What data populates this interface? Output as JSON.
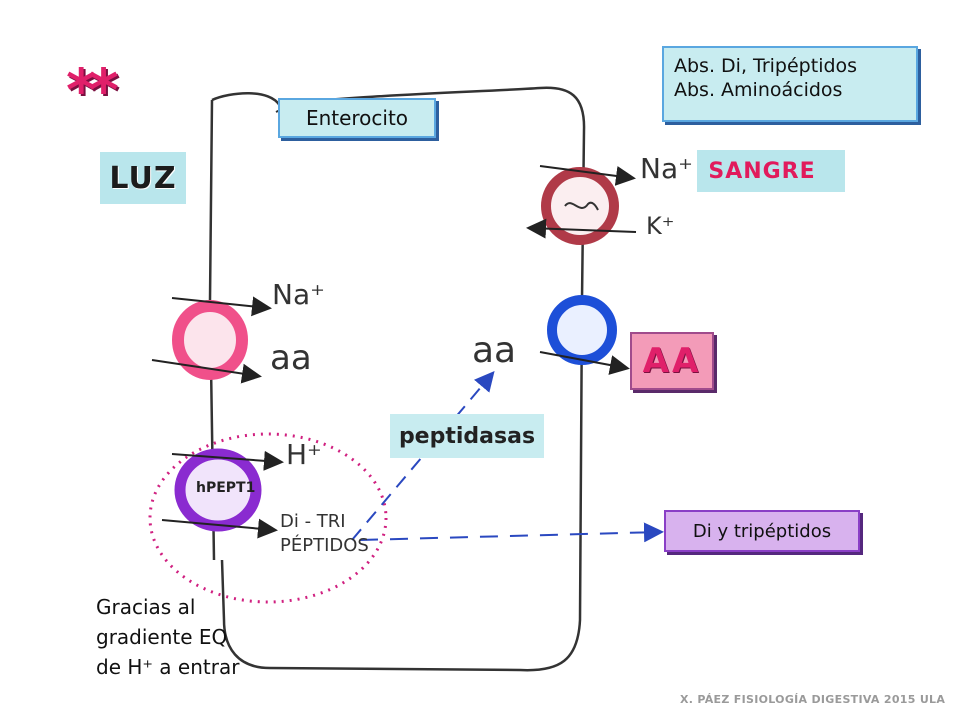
{
  "title_marks": "**",
  "legend": {
    "line1": "Abs. Di, Tripéptidos",
    "line2": "Abs. Aminoácidos"
  },
  "labels": {
    "enterocito": "Enterocito",
    "luz": "LUZ",
    "sangre": "SANGRE",
    "aa_blood": "AA",
    "peptidasas": "peptidasas",
    "di_tripeptidos": "Di y tripéptidos",
    "hpept1": "hPEPT1"
  },
  "handwritten": {
    "na_left": "Na⁺",
    "aa_left": "aa",
    "h_left": "H⁺",
    "ditri_line1": "Di - TRI",
    "ditri_line2": "PÉPTIDOS",
    "aa_cell": "aa",
    "na_right": "Na⁺",
    "k_right": "K⁺"
  },
  "note": {
    "line1": "Gracias al",
    "line2": "gradiente EQ",
    "line3": "de H⁺ a entrar"
  },
  "footer": "X. PÁEZ   FISIOLOGÍA DIGESTIVA 2015 ULA",
  "colors": {
    "pink_transporter": "#f0508a",
    "purple_transporter": "#8a2bd0",
    "brown_pump": "#b03a48",
    "blue_transporter": "#1d4fd8",
    "dotted_circle": "#d02080",
    "dashed_arrow": "#2a48c0"
  }
}
